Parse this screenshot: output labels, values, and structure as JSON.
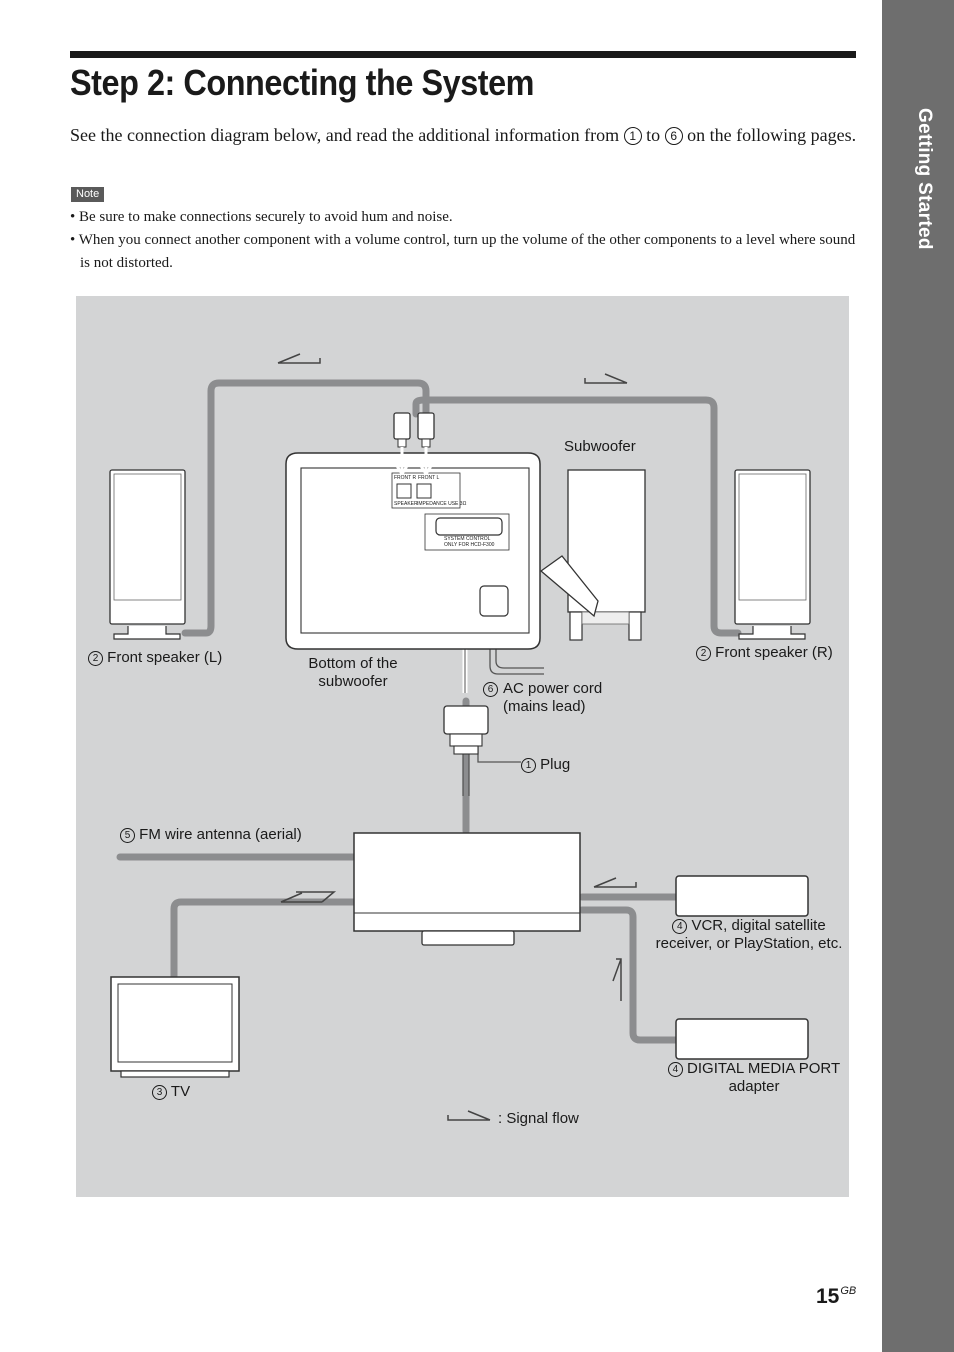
{
  "section_tab": "Getting Started",
  "title": "Step 2: Connecting the System",
  "intro": {
    "before": "See the connection diagram below, and read the additional information from",
    "from_num": "1",
    "mid": "to",
    "to_num": "6",
    "after": "on the following pages."
  },
  "note": {
    "badge": "Note",
    "items": [
      "Be sure to make connections securely to avoid hum and noise.",
      "When you connect another component with a volume control, turn up the volume of the other components to a level where sound is not distorted."
    ]
  },
  "diagram": {
    "subwoofer": "Subwoofer",
    "bottom_of_subwoofer": "Bottom of the subwoofer",
    "front_left": {
      "num": "2",
      "text": "Front speaker (L)"
    },
    "front_right": {
      "num": "2",
      "text": "Front speaker (R)"
    },
    "ac_cord": {
      "num": "6",
      "text": "AC power cord (mains lead)"
    },
    "plug": {
      "num": "1",
      "text": "Plug"
    },
    "fm_antenna": {
      "num": "5",
      "text": "FM wire antenna (aerial)"
    },
    "vcr": {
      "num": "4",
      "text": "VCR, digital satellite receiver, or PlayStation, etc."
    },
    "dmport": {
      "num": "4",
      "text": "DIGITAL MEDIA PORT adapter"
    },
    "tv": {
      "num": "3",
      "text": "TV"
    },
    "signal_flow": ": Signal flow",
    "panel": {
      "front_r": "FRONT R",
      "front_l": "FRONT L",
      "speaker": "SPEAKER",
      "impedance": "IMPEDANCE USE 3Ω",
      "system_control": "SYSTEM CONTROL",
      "only_for": "ONLY FOR HCD-F300"
    }
  },
  "page_number": "15",
  "page_suffix": "GB"
}
